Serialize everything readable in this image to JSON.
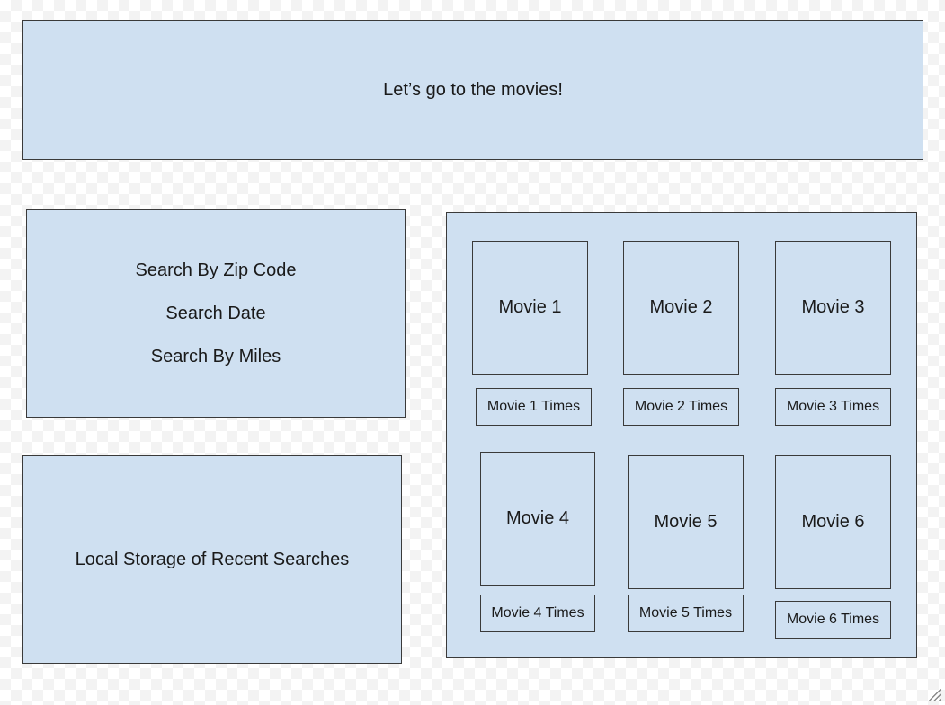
{
  "header": {
    "title": "Let’s go to the movies!"
  },
  "search": {
    "items": [
      "Search By Zip Code",
      "Search Date",
      "Search By Miles"
    ]
  },
  "storage": {
    "label": "Local Storage of Recent Searches"
  },
  "movies": [
    {
      "title": "Movie 1",
      "times": "Movie 1 Times"
    },
    {
      "title": "Movie 2",
      "times": "Movie 2 Times"
    },
    {
      "title": "Movie 3",
      "times": "Movie 3 Times"
    },
    {
      "title": "Movie 4",
      "times": "Movie 4 Times"
    },
    {
      "title": "Movie 5",
      "times": "Movie 5 Times"
    },
    {
      "title": "Movie 6",
      "times": "Movie 6 Times"
    }
  ],
  "colors": {
    "box_fill": "#cfe0f1",
    "box_stroke": "#3a3a3a"
  }
}
